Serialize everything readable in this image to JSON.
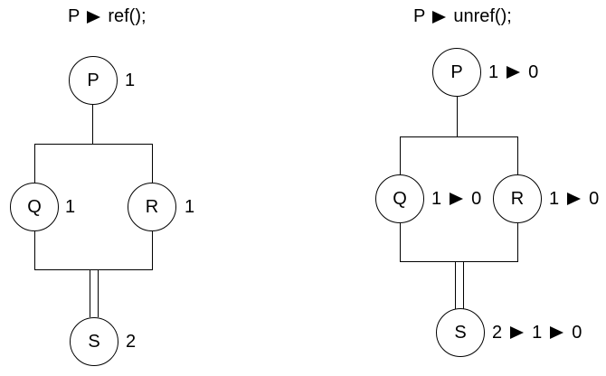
{
  "figure": {
    "background_color": "#ffffff",
    "line_color": "#000000"
  },
  "diagrams": [
    {
      "name": "ref-call",
      "title": {
        "object": "P",
        "method": "ref();"
      },
      "nodes": {
        "p": {
          "label": "P",
          "counts": [
            "1"
          ]
        },
        "q": {
          "label": "Q",
          "counts": [
            "1"
          ]
        },
        "r": {
          "label": "R",
          "counts": [
            "1"
          ]
        },
        "s": {
          "label": "S",
          "counts": [
            "2"
          ]
        }
      }
    },
    {
      "name": "unref-call",
      "title": {
        "object": "P",
        "method": "unref();"
      },
      "nodes": {
        "p": {
          "label": "P",
          "counts": [
            "1",
            "0"
          ]
        },
        "q": {
          "label": "Q",
          "counts": [
            "1",
            "0"
          ]
        },
        "r": {
          "label": "R",
          "counts": [
            "1",
            "0"
          ]
        },
        "s": {
          "label": "S",
          "counts": [
            "2",
            "1",
            "0"
          ]
        }
      }
    }
  ]
}
